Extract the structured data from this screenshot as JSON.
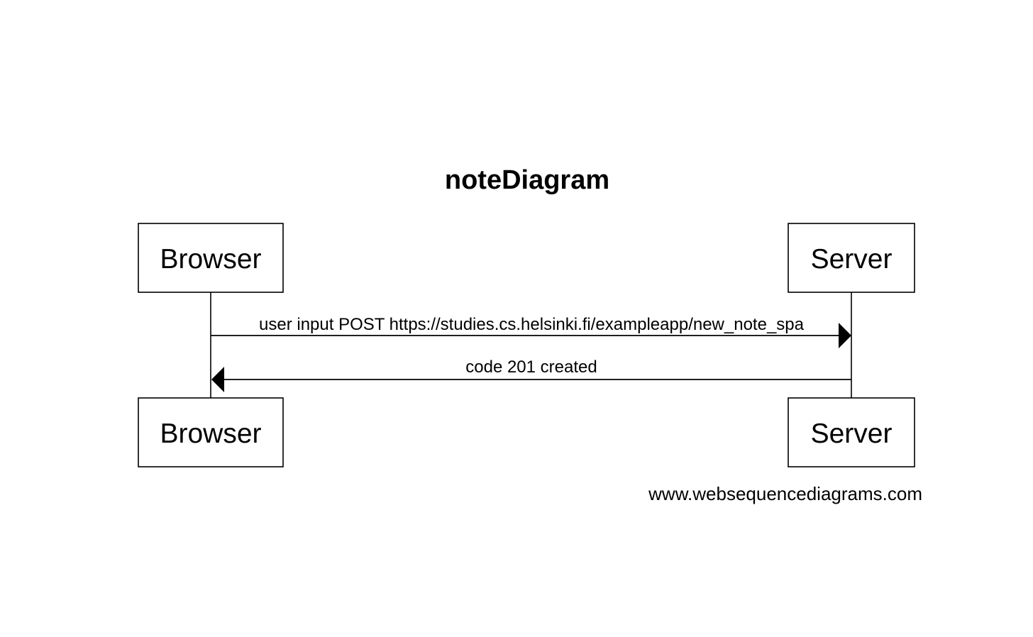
{
  "diagram": {
    "title": "noteDiagram",
    "participants": {
      "browser": "Browser",
      "server": "Server"
    },
    "messages": [
      {
        "from": "Browser",
        "to": "Server",
        "label": "user input POST https://studies.cs.helsinki.fi/exampleapp/new_note_spa"
      },
      {
        "from": "Server",
        "to": "Browser",
        "label": "code 201 created"
      }
    ],
    "watermark": "www.websequencediagrams.com"
  }
}
